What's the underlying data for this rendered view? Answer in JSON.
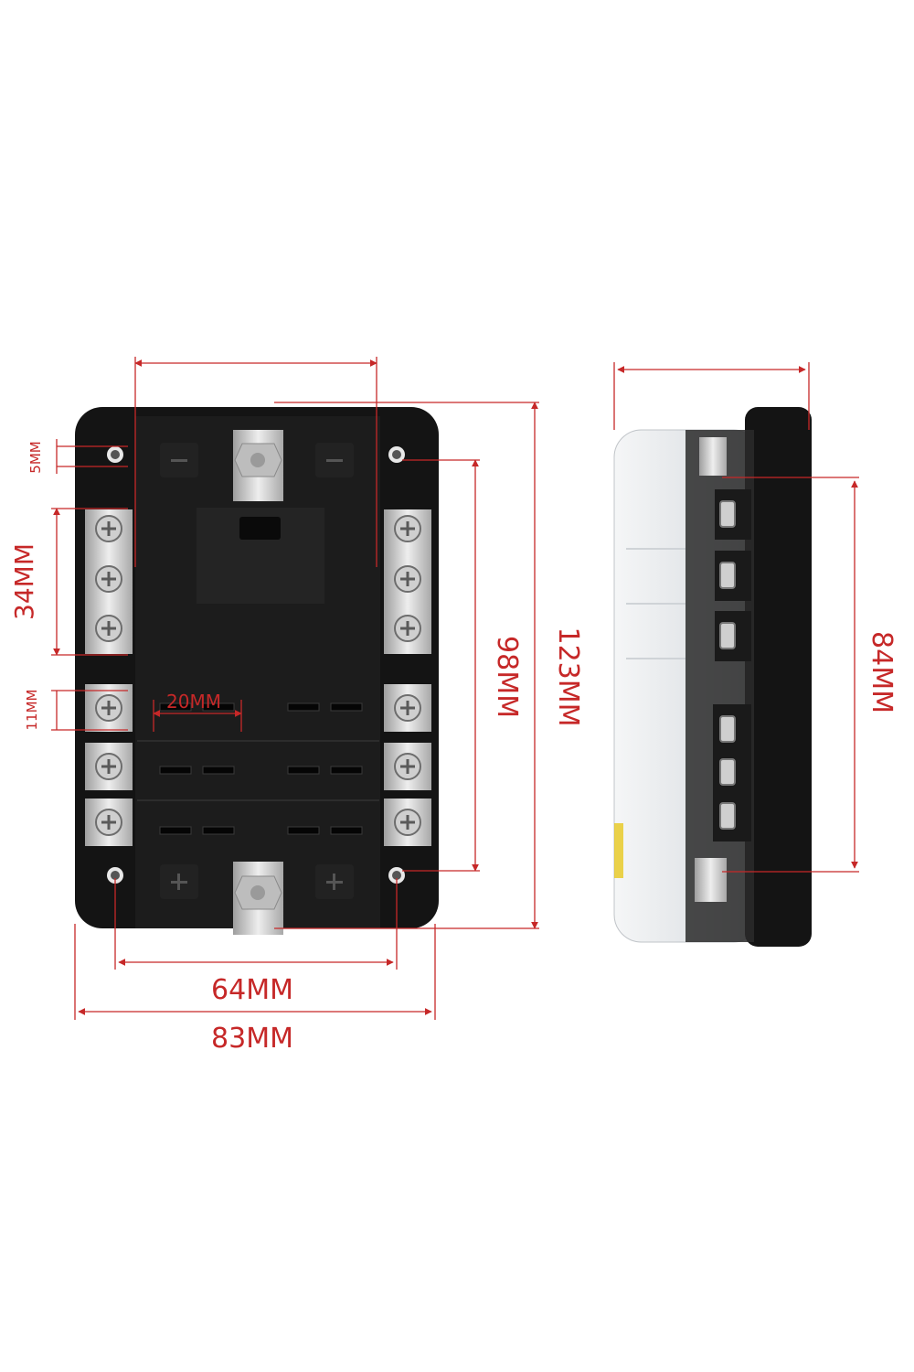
{
  "dimensions": {
    "top_gap": "5MM",
    "top_bus": "34MM",
    "terminal_pitch": "11MM",
    "fuse_slot": "20MM",
    "mount_height": "98MM",
    "total_height": "123MM",
    "mount_width": "64MM",
    "total_width": "83MM",
    "side_height": "84MM"
  },
  "colors": {
    "dimension_line": "#c62828",
    "housing": "#141414",
    "terminal": "#d4d4d4",
    "cover": "#e9ecef"
  },
  "icons": {
    "minus_symbol": "minus-icon",
    "plus_symbol": "plus-icon"
  }
}
